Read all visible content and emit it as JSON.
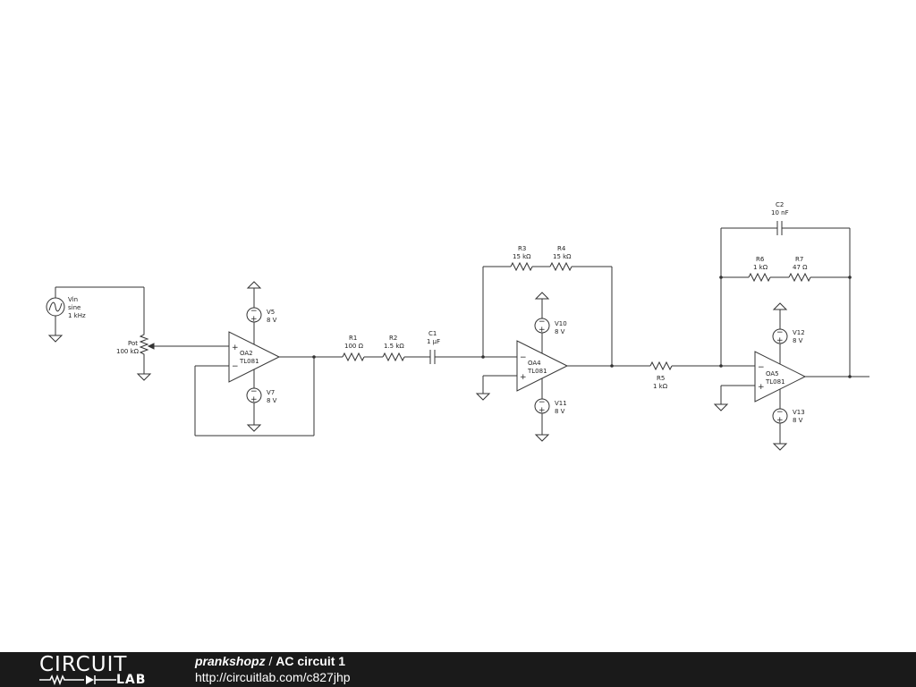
{
  "components": {
    "vin": {
      "name": "Vin",
      "type": "sine",
      "freq": "1 kHz"
    },
    "pot": {
      "name": "Pot",
      "value": "100 kΩ"
    },
    "oa2": {
      "name": "OA2",
      "part": "TL081"
    },
    "v5": {
      "name": "V5",
      "value": "8 V"
    },
    "v7": {
      "name": "V7",
      "value": "8 V"
    },
    "r1": {
      "name": "R1",
      "value": "100 Ω"
    },
    "r2": {
      "name": "R2",
      "value": "1.5 kΩ"
    },
    "c1": {
      "name": "C1",
      "value": "1 µF"
    },
    "r3": {
      "name": "R3",
      "value": "15 kΩ"
    },
    "r4": {
      "name": "R4",
      "value": "15 kΩ"
    },
    "oa4": {
      "name": "OA4",
      "part": "TL081"
    },
    "v10": {
      "name": "V10",
      "value": "8 V"
    },
    "v11": {
      "name": "V11",
      "value": "8 V"
    },
    "r5": {
      "name": "R5",
      "value": "1 kΩ"
    },
    "c2": {
      "name": "C2",
      "value": "10 nF"
    },
    "r6": {
      "name": "R6",
      "value": "1 kΩ"
    },
    "r7": {
      "name": "R7",
      "value": "47 Ω"
    },
    "oa5": {
      "name": "OA5",
      "part": "TL081"
    },
    "v12": {
      "name": "V12",
      "value": "8 V"
    },
    "v13": {
      "name": "V13",
      "value": "8 V"
    }
  },
  "footer": {
    "logo_top": "CIRCUIT",
    "logo_bottom": "LAB",
    "user": "prankshopz",
    "separator": " / ",
    "title": "AC circuit 1",
    "url": "http://circuitlab.com/c827jhp"
  },
  "colors": {
    "wire": "#333333",
    "footer_bg": "#1a1a1a",
    "footer_text": "#ffffff"
  }
}
